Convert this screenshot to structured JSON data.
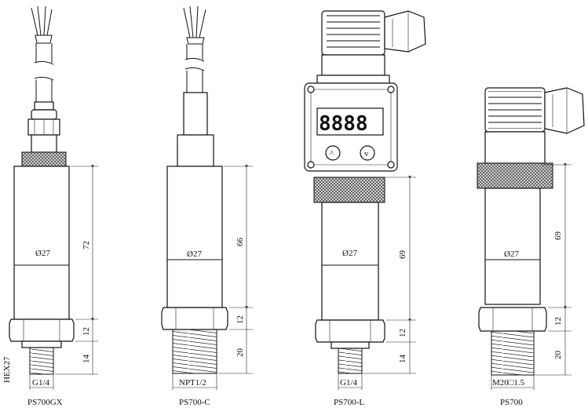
{
  "sensors": [
    {
      "model": "PS700GX",
      "diameter": "Ø27",
      "dims": [
        "72",
        "12",
        "14"
      ],
      "hex": "HEX27",
      "thread": "G1/4"
    },
    {
      "model": "PS700-C",
      "diameter": "Ø27",
      "dims": [
        "66",
        "12",
        "20"
      ],
      "thread": "NPT1/2"
    },
    {
      "model": "PS700-L",
      "diameter": "Ø27",
      "dims": [
        "69",
        "12",
        "14"
      ],
      "thread": "G1/4",
      "display": "8888",
      "buttons": [
        "^",
        "v"
      ]
    },
    {
      "model": "PS700",
      "diameter": "Ø27",
      "dims": [
        "69",
        "12",
        "20"
      ],
      "thread": "M20□1.5"
    }
  ]
}
